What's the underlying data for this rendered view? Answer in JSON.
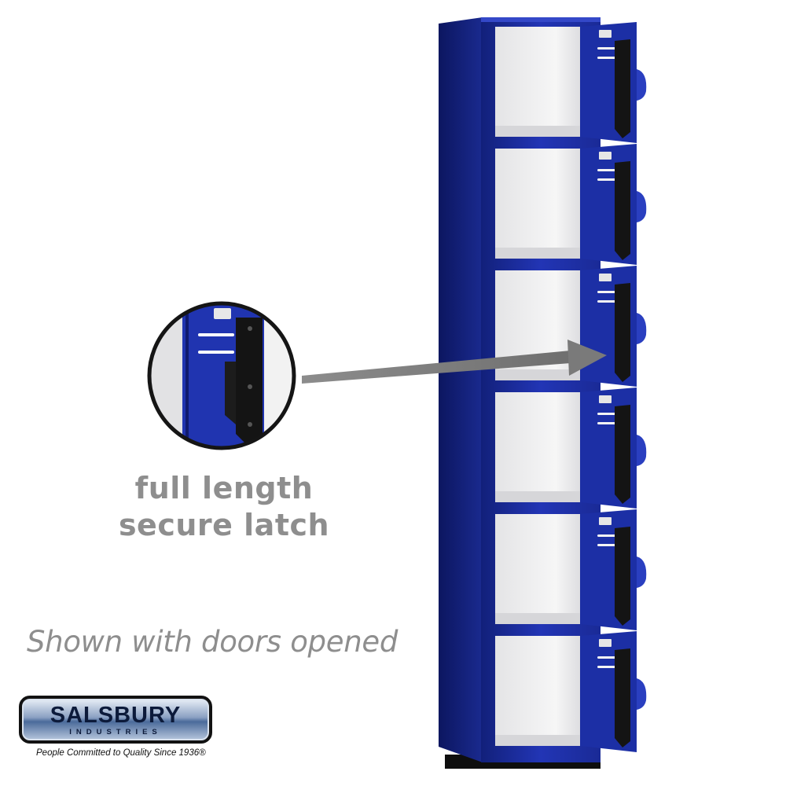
{
  "callout": {
    "line1": "full length",
    "line2": "secure latch"
  },
  "caption": "Shown with doors opened",
  "brand": {
    "logo_text": "SALSBURY",
    "logo_subtext": "INDUSTRIES",
    "tagline": "People Committed to Quality Since 1936®"
  },
  "product": {
    "locker_color": "#1c2fa5",
    "door_count": 6,
    "latch_color": "#141414",
    "interior_color": "#f1f1f1"
  },
  "colors": {
    "callout_text": "#8e8e8e",
    "arrow": "#888888"
  }
}
